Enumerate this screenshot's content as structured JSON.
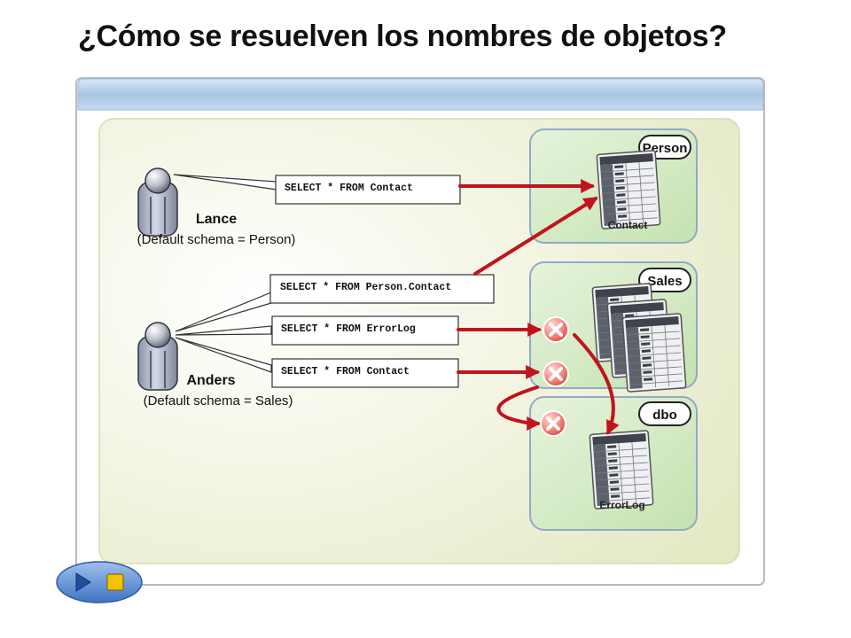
{
  "title": "¿Cómo se resuelven los nombres de objetos?",
  "users": [
    {
      "name": "Lance",
      "schema_note": "(Default schema = Person)"
    },
    {
      "name": "Anders",
      "schema_note": "(Default schema = Sales)"
    }
  ],
  "queries": [
    "SELECT * FROM Contact",
    "SELECT * FROM Person.Contact",
    "SELECT * FROM ErrorLog",
    "SELECT * FROM Contact"
  ],
  "schemas": [
    {
      "name": "Person",
      "table": "Contact"
    },
    {
      "name": "Sales",
      "table": ""
    },
    {
      "name": "dbo",
      "table": "ErrorLog"
    }
  ],
  "colors": {
    "arrow": "#c0141e",
    "schema_fill": "#cfe8bf",
    "panel_fill": "#eaeecf",
    "header_blue": "#aec9e6"
  },
  "icons": [
    "user-icon",
    "table-icon",
    "fail-x-icon",
    "play-button-icon",
    "stop-button-icon"
  ]
}
